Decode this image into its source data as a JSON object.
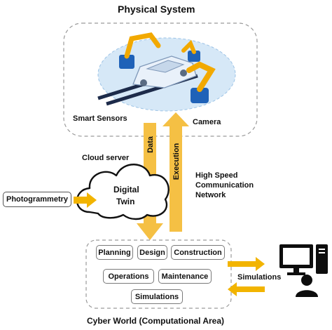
{
  "physical": {
    "title": "Physical System",
    "smart_sensors": "Smart Sensors",
    "camera": "Camera"
  },
  "flow": {
    "data": "Data",
    "execution": "Execution",
    "network_line1": "High Speed",
    "network_line2": "Communication",
    "network_line3": "Network"
  },
  "cloud": {
    "label": "Cloud server",
    "name_line1": "Digital",
    "name_line2": "Twin"
  },
  "inputs": {
    "photogrammetry": "Photogrammetry"
  },
  "cyber": {
    "title": "Cyber World (Computational Area)",
    "modules": {
      "planning": "Planning",
      "design": "Design",
      "construction": "Construction",
      "operations": "Operations",
      "maintenance": "Maintenance",
      "simulations": "Simulations"
    },
    "simulations_link": "Simulations"
  },
  "colors": {
    "arrow": "#f5c044",
    "arrow_dark": "#f2b400",
    "platform": "#cfe3f5",
    "robot": "#f2a900",
    "robot_base": "#1f62b8",
    "dashed": "#9a9a9a"
  }
}
